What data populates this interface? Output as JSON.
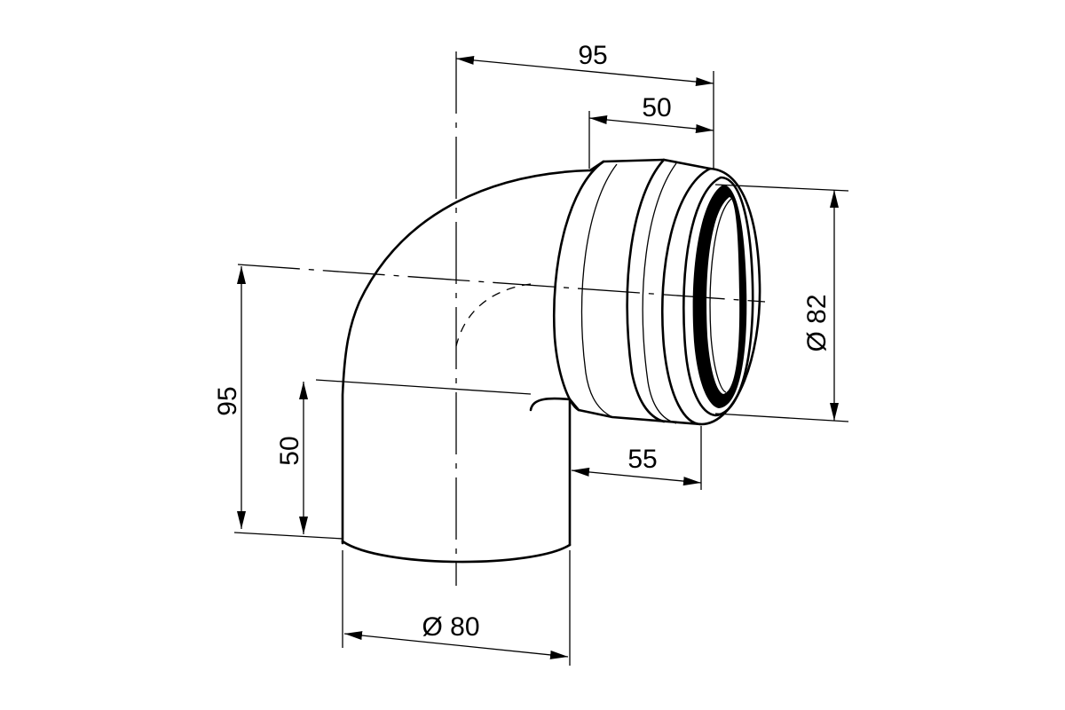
{
  "dimensions": {
    "top_overall": "95",
    "top_socket": "50",
    "left_overall": "95",
    "left_spigot": "50",
    "bottom_diameter": "Ø 80",
    "right_diameter": "Ø 82",
    "socket_depth": "55"
  },
  "colors": {
    "line": "#000000",
    "background": "#ffffff",
    "gasket": "#000000"
  }
}
